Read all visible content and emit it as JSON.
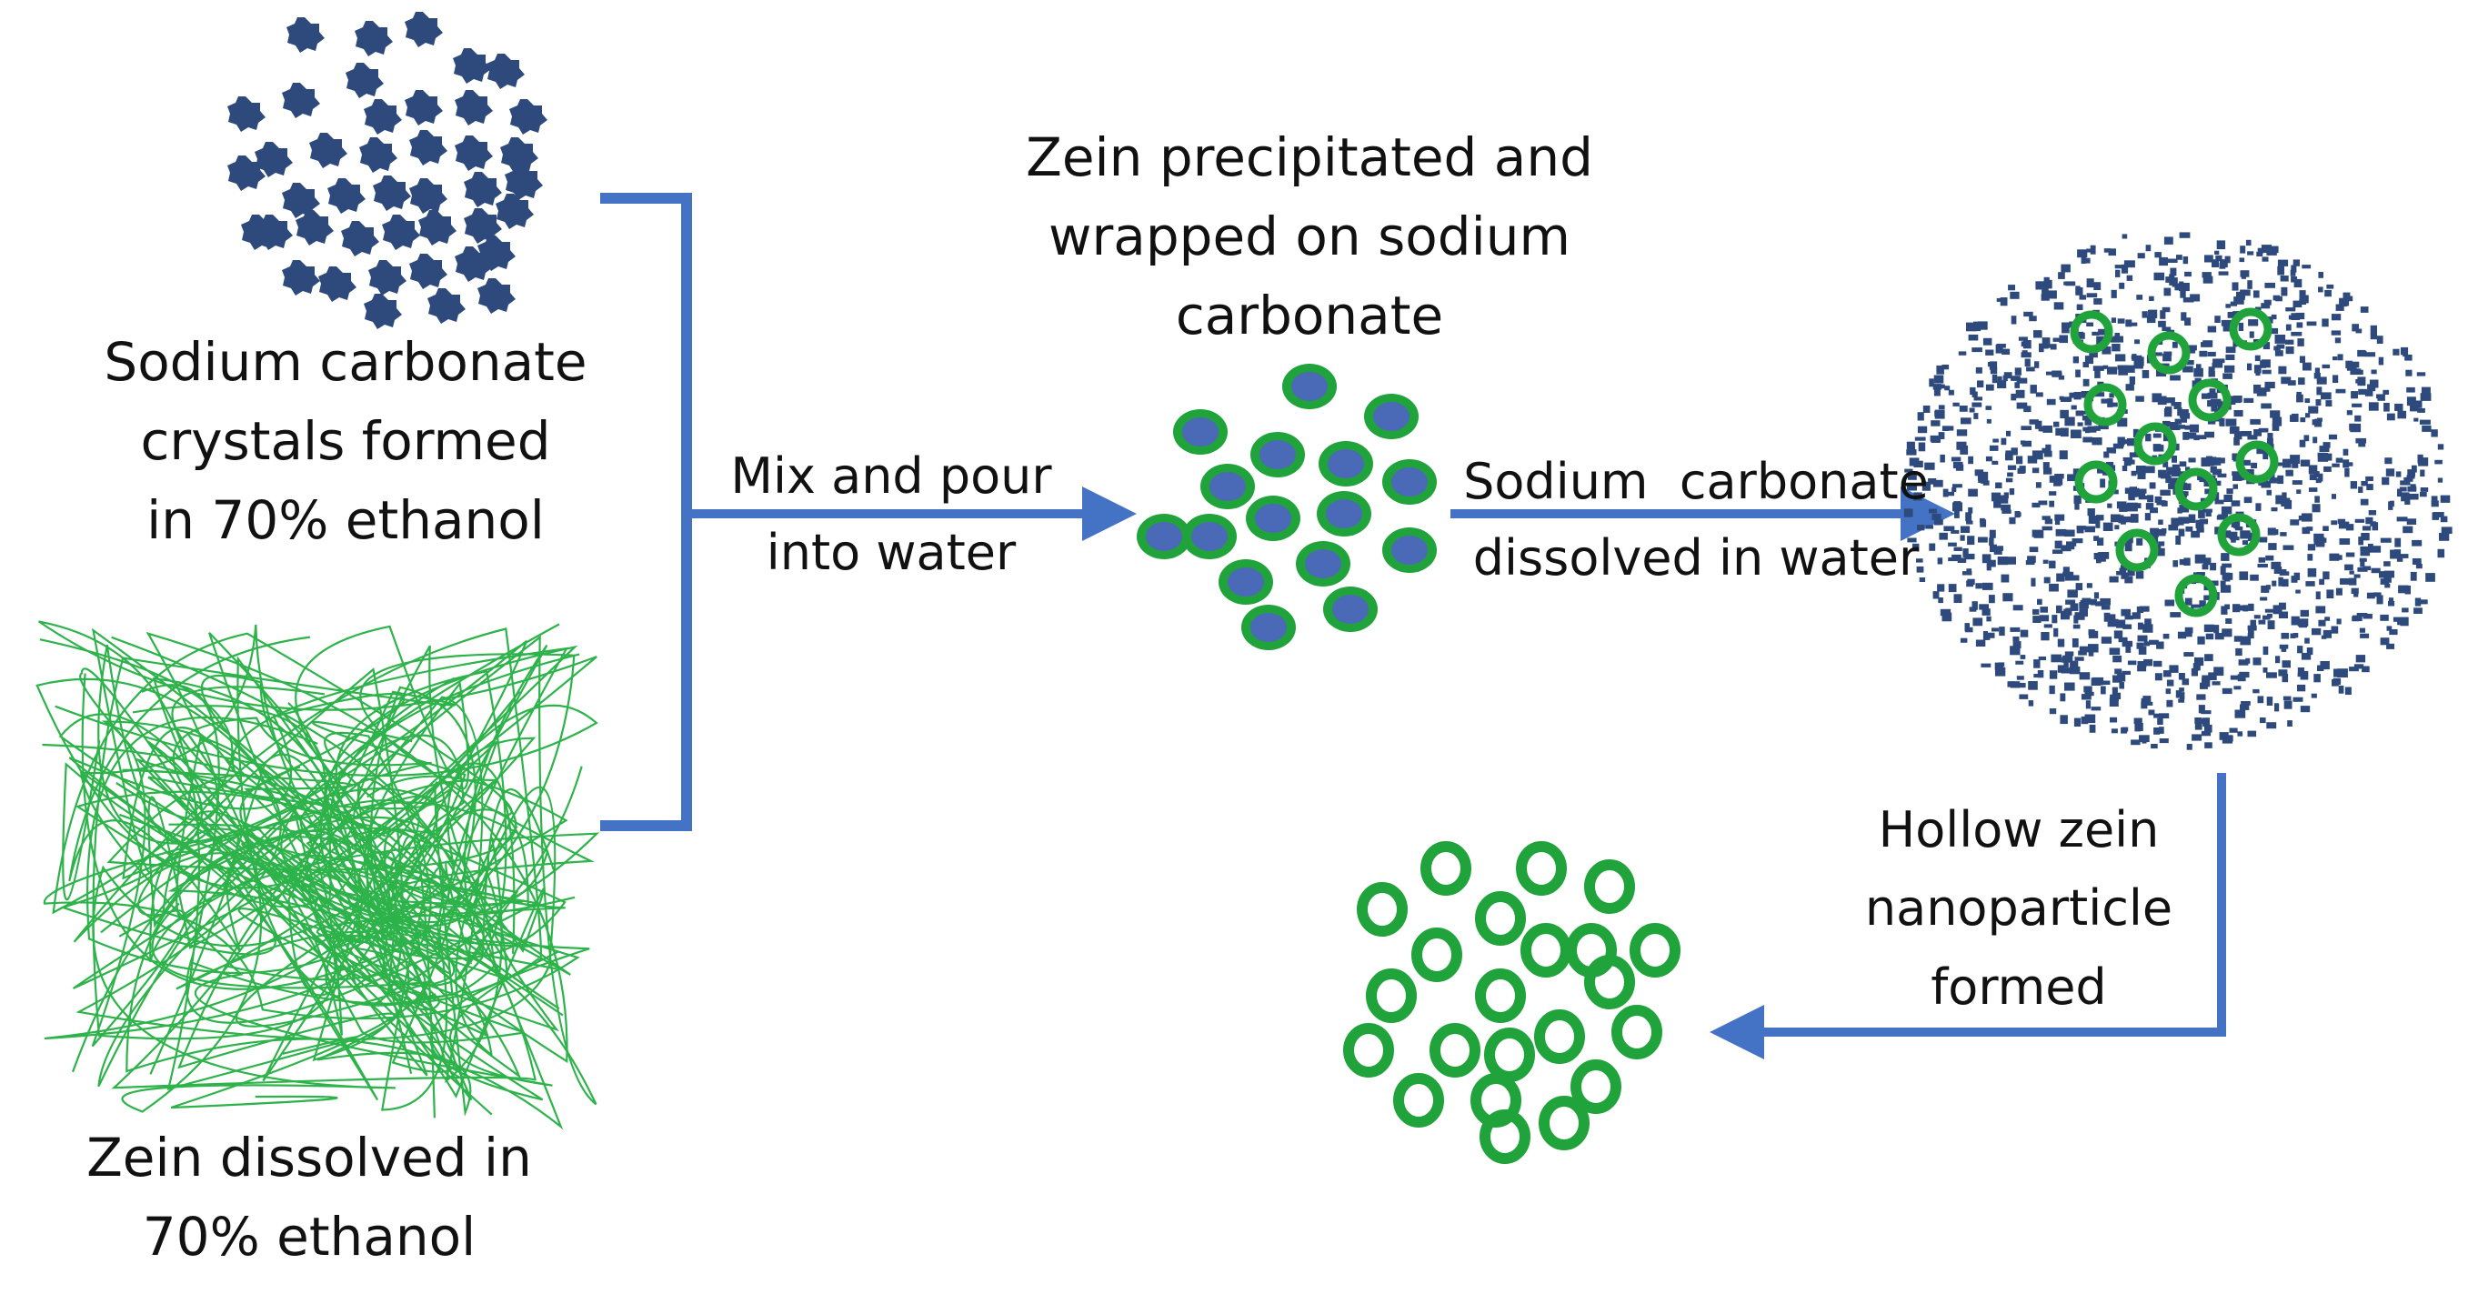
{
  "labels": {
    "sodium_crystals": [
      "Sodium carbonate",
      "crystals formed",
      "in 70% ethanol"
    ],
    "zein_dissolved": [
      "Zein dissolved in",
      "70% ethanol"
    ],
    "mix_pour": [
      "Mix and pour",
      "into water"
    ],
    "zein_precipitated": [
      "Zein precipitated and",
      "wrapped on sodium",
      "carbonate"
    ],
    "sodium_dissolved": [
      "Sodium  carbonate",
      "dissolved in water"
    ],
    "hollow_formed": [
      "Hollow zein",
      "nanoparticle",
      "formed"
    ]
  },
  "colors": {
    "arrow": "#4472C4",
    "crystal": "#2E4A7D",
    "zein": "#1FA33A",
    "zein_strand": "#2DB34A",
    "text": "#111111"
  }
}
